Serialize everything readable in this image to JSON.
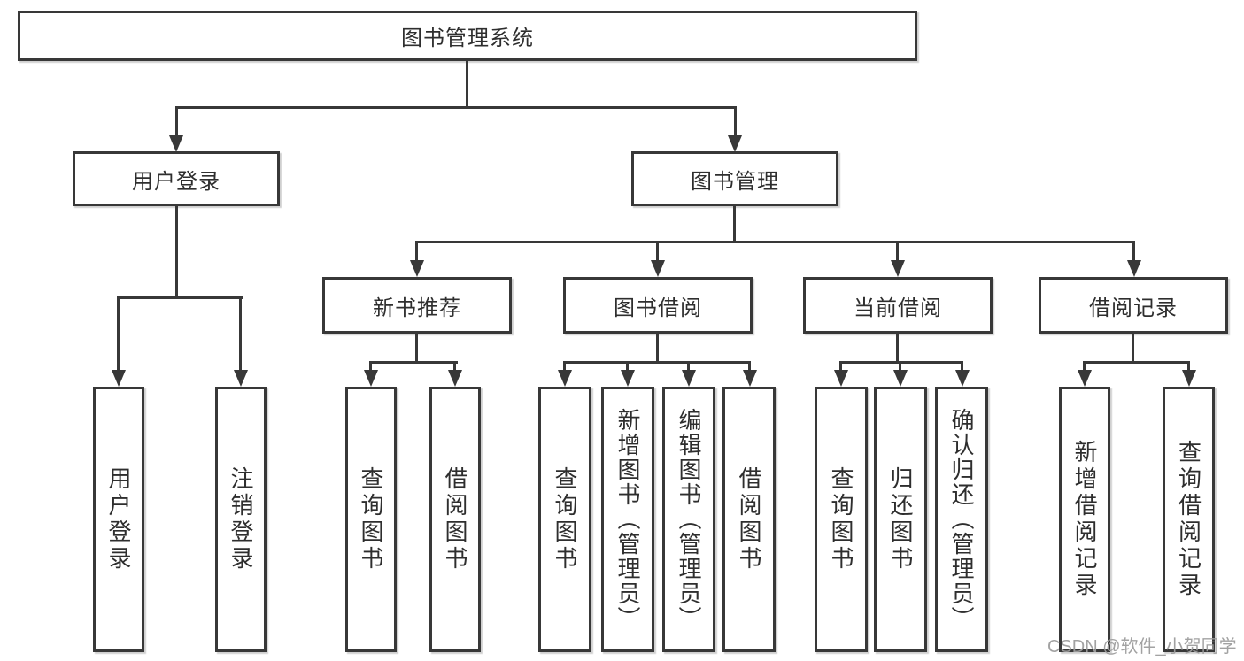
{
  "title": "图书管理系统",
  "nodes": {
    "user_login": "用户登录",
    "book_mgmt": "图书管理",
    "new_books": "新书推荐",
    "book_borrow": "图书借阅",
    "current_borrow": "当前借阅",
    "borrow_records": "借阅记录",
    "leaf_user_login": "用户登录",
    "leaf_logout": "注销登录",
    "leaf_nb_query": "查询图书",
    "leaf_nb_borrow": "借阅图书",
    "leaf_bb_query": "查询图书",
    "leaf_bb_add": "新增图书（管理员）",
    "leaf_bb_edit": "编辑图书（管理员）",
    "leaf_bb_borrow": "借阅图书",
    "leaf_cb_query": "查询图书",
    "leaf_cb_return": "归还图书",
    "leaf_cb_confirm": "确认归还（管理员）",
    "leaf_br_add": "新增借阅记录",
    "leaf_br_query": "查询借阅记录"
  },
  "watermark": "CSDN @软件_小贺同学",
  "colors": {
    "line": "#383838",
    "text": "#2e2e2e",
    "box_background": "#ffffff",
    "page_background": "#ffffff",
    "watermark": "#9e9e9e"
  }
}
